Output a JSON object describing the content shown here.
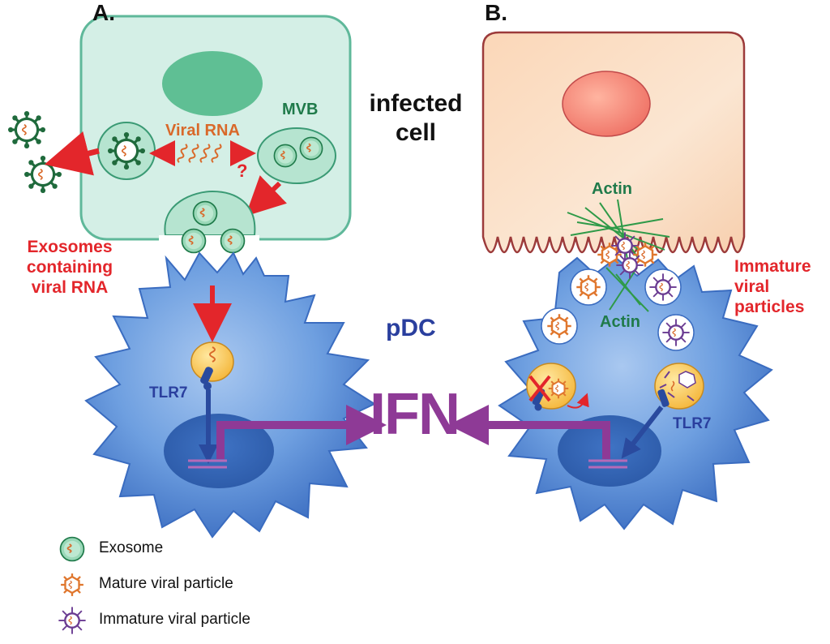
{
  "panels": {
    "a": "A.",
    "b": "B."
  },
  "labels": {
    "infected_cell_line1": "infected",
    "infected_cell_line2": "cell",
    "mvb": "MVB",
    "viral_rna": "Viral RNA",
    "question": "?",
    "exosomes_line1": "Exosomes",
    "exosomes_line2": "containing",
    "exosomes_line3": "viral RNA",
    "pdc": "pDC",
    "tlr7_left": "TLR7",
    "tlr7_right": "TLR7",
    "ifn": "IFN",
    "actin_top": "Actin",
    "actin_mid": "Actin",
    "immature_line1": "Immature",
    "immature_line2": "viral",
    "immature_line3": "particles"
  },
  "legend": [
    {
      "icon": "exosome-icon",
      "label": "Exosome"
    },
    {
      "icon": "mature-viral-particle-icon",
      "label": "Mature viral particle"
    },
    {
      "icon": "immature-viral-particle-icon",
      "label": "Immature viral particle"
    }
  ],
  "colors": {
    "red_arrow": "#e3262b",
    "ifn_purple": "#8e3a96",
    "pdc_blue": "#4d82cf",
    "exosome_green": "#1f7a4a",
    "mature_orange": "#e0772e",
    "immature_purple": "#6b3c92"
  }
}
